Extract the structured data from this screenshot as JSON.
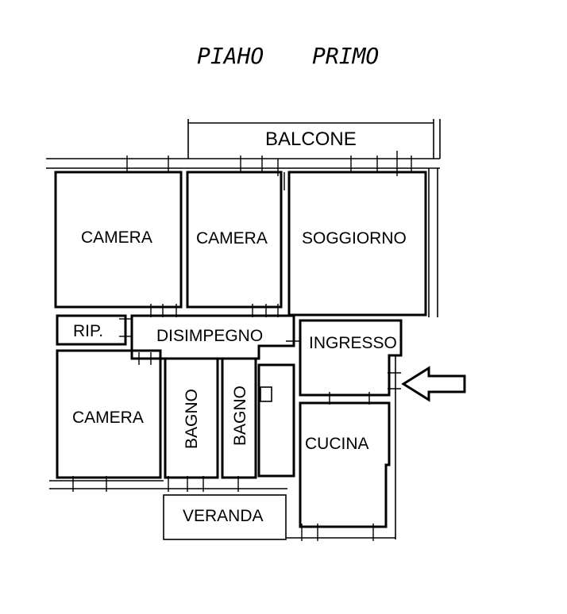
{
  "title": [
    "PIAHO",
    "PRIMO"
  ],
  "rooms": {
    "balcone": "BALCONE",
    "camera_1": "CAMERA",
    "camera_2": "CAMERA",
    "soggiorno": "SOGGIORNO",
    "rip": "RIP.",
    "disimpegno": "DISIMPEGNO",
    "ingresso": "INGRESSO",
    "camera_3": "CAMERA",
    "bagno_1": "BAGNO",
    "bagno_2": "BAGNO",
    "cucina": "CUCINA",
    "veranda": "VERANDA"
  },
  "entrance_icon": "arrow-left-icon"
}
